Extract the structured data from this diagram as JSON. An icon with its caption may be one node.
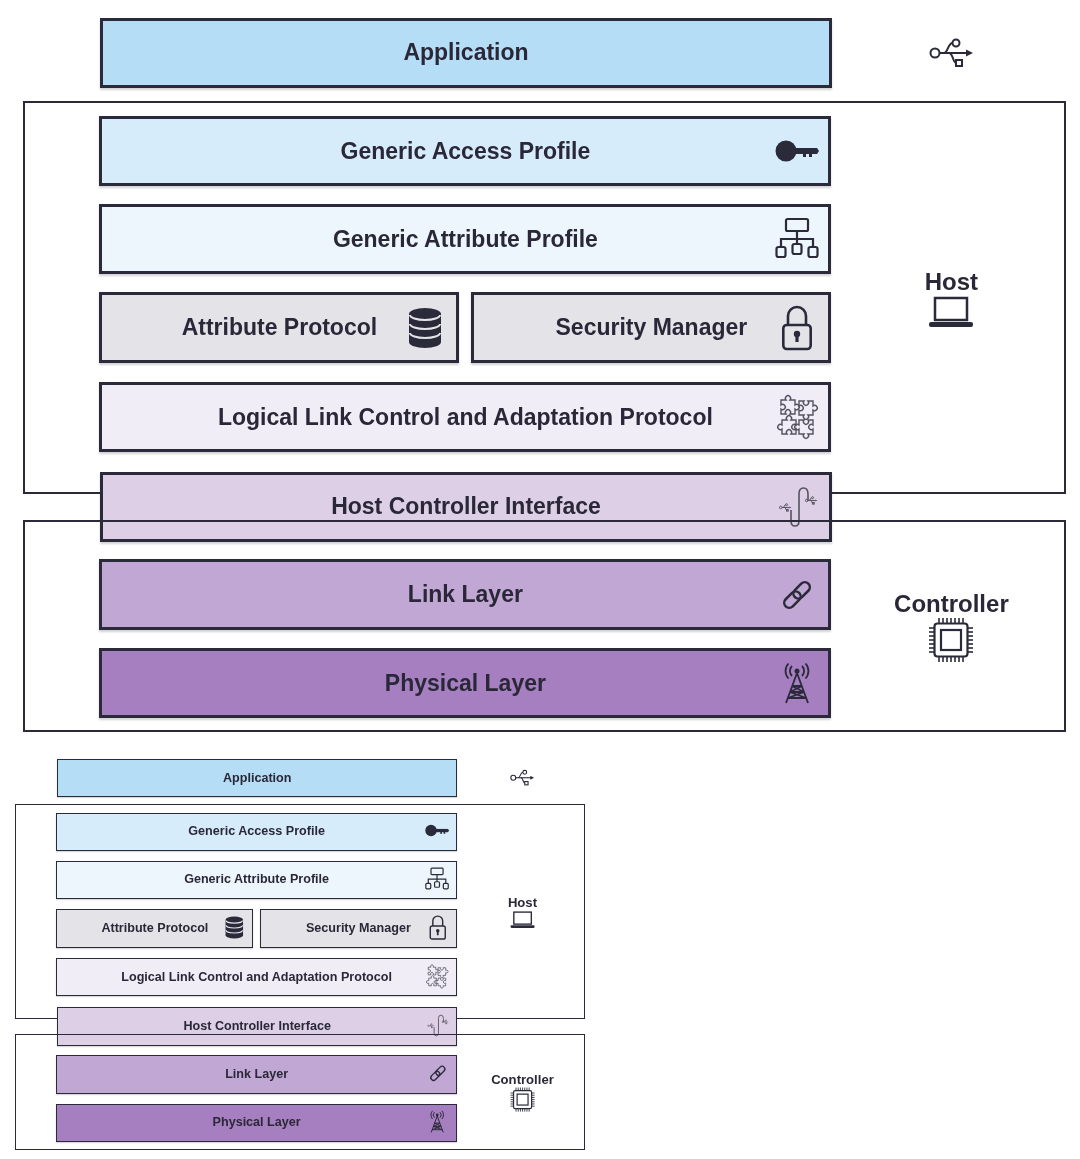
{
  "diagram": {
    "nodes": [
      {
        "text": [
          "Application"
        ]
      },
      {
        "text": [
          "Host"
        ]
      },
      {
        "text": [
          "Generic Access Profile"
        ],
        "in": 1
      },
      {
        "text": [
          "Generic Attribute Profile"
        ],
        "in": 1
      },
      {
        "text": [
          "Attribute Protocol"
        ],
        "in": 1
      },
      {
        "text": [
          "Security Manager"
        ],
        "in": 1
      },
      {
        "text": [
          "Logical Link Control and Adaptation Protocol"
        ],
        "in": 1
      },
      {
        "text": [
          "Host Controller Interface"
        ]
      },
      {
        "text": [
          "Controller"
        ]
      },
      {
        "text": [
          "Link Layer"
        ],
        "in": 8
      },
      {
        "text": [
          "Physical Layer"
        ],
        "in": 8
      },
      {
        "text": [
          "Application"
        ]
      },
      {
        "text": [
          "Host"
        ]
      },
      {
        "text": [
          "Generic Access Profile"
        ],
        "in": 12
      },
      {
        "text": [
          "Generic Attribute Profile"
        ],
        "in": 12
      },
      {
        "text": [
          "Attribute Protocol"
        ],
        "in": 12
      },
      {
        "text": [
          "Security Manager"
        ],
        "in": 12
      },
      {
        "text": [
          "Logical Link Control and Adaptation Protocol"
        ],
        "in": 12
      },
      {
        "text": [
          "Host Controller Interface"
        ]
      },
      {
        "text": [
          "Controller"
        ]
      },
      {
        "text": [
          "Link Layer"
        ],
        "in": 19
      },
      {
        "text": [
          "Physical Layer"
        ],
        "in": 19
      }
    ]
  }
}
